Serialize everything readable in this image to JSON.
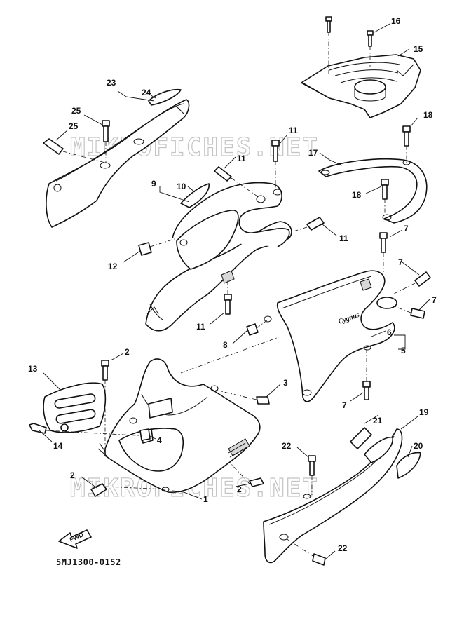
{
  "drawing_code": "5MJ1300-0152",
  "watermark": "MIKROFICHES.NET",
  "direction_arrow": "FWD",
  "emblem_text": "Cygnus",
  "callouts": [
    {
      "num": "1"
    },
    {
      "num": "2"
    },
    {
      "num": "2"
    },
    {
      "num": "2"
    },
    {
      "num": "3"
    },
    {
      "num": "4"
    },
    {
      "num": "5"
    },
    {
      "num": "6"
    },
    {
      "num": "7"
    },
    {
      "num": "7"
    },
    {
      "num": "7"
    },
    {
      "num": "7"
    },
    {
      "num": "8"
    },
    {
      "num": "9"
    },
    {
      "num": "10"
    },
    {
      "num": "11"
    },
    {
      "num": "11"
    },
    {
      "num": "11"
    },
    {
      "num": "11"
    },
    {
      "num": "12"
    },
    {
      "num": "13"
    },
    {
      "num": "14"
    },
    {
      "num": "15"
    },
    {
      "num": "16"
    },
    {
      "num": "17"
    },
    {
      "num": "18"
    },
    {
      "num": "18"
    },
    {
      "num": "19"
    },
    {
      "num": "20"
    },
    {
      "num": "21"
    },
    {
      "num": "22"
    },
    {
      "num": "22"
    },
    {
      "num": "23"
    },
    {
      "num": "24"
    },
    {
      "num": "25"
    },
    {
      "num": "25"
    }
  ]
}
